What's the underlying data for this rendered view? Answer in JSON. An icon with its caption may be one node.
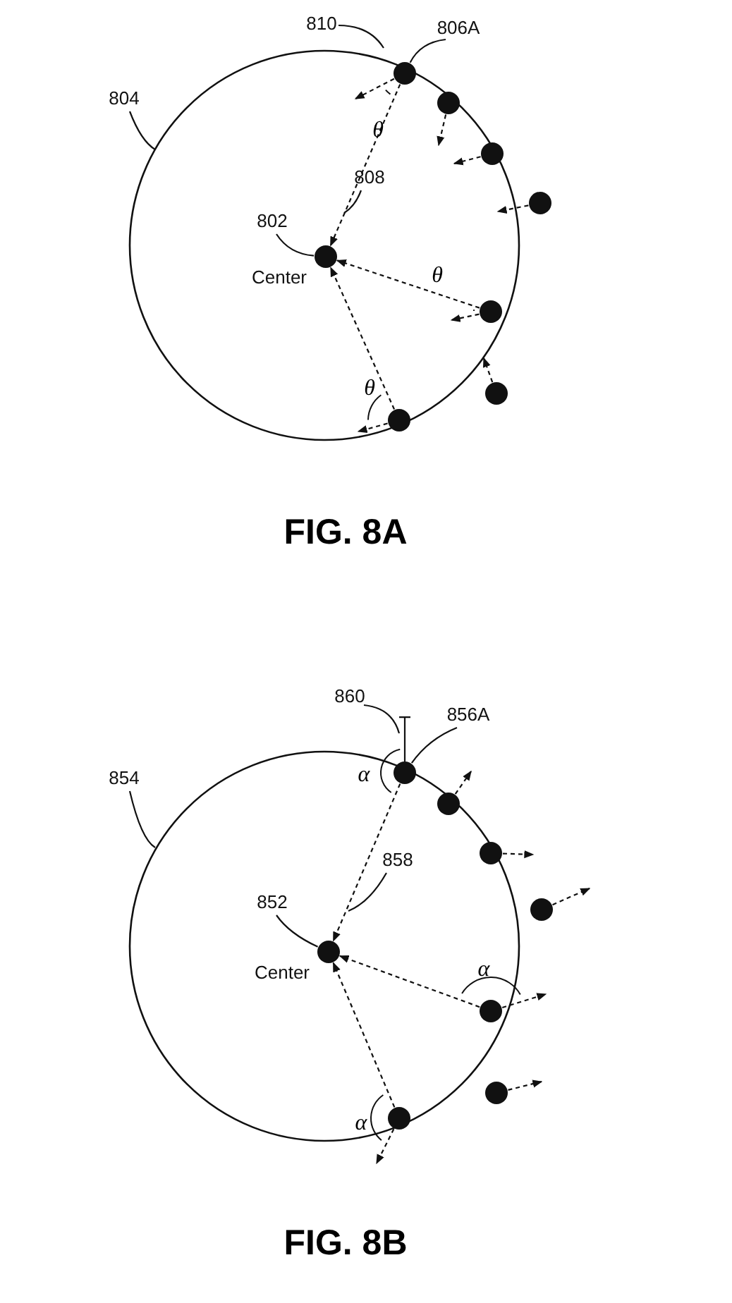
{
  "diagram": {
    "nodes": [
      {
        "text": [
          "804"
        ]
      },
      {
        "text": [
          "802"
        ]
      },
      {
        "text": [
          "Center"
        ]
      },
      {
        "text": [
          "806A"
        ]
      },
      {
        "text": [
          "810"
        ]
      },
      {
        "text": [
          "808"
        ]
      },
      {
        "text": [],
        "shape": "circle"
      },
      {
        "text": [],
        "shape": "circle"
      },
      {
        "text": [],
        "shape": "circle"
      },
      {
        "text": [],
        "shape": "circle"
      },
      {
        "text": [],
        "shape": "circle"
      },
      {
        "text": [],
        "shape": "circle"
      },
      {
        "text": [],
        "shape": "circle"
      },
      {
        "text": [
          "860"
        ]
      },
      {
        "text": [
          "856A"
        ]
      },
      {
        "text": [
          "854"
        ]
      },
      {
        "text": [
          "858"
        ]
      },
      {
        "text": [
          "852"
        ]
      },
      {
        "text": [
          "Center"
        ]
      },
      {
        "text": [],
        "shape": "circle"
      },
      {
        "text": [],
        "shape": "circle"
      },
      {
        "text": [],
        "shape": "circle"
      },
      {
        "text": [],
        "shape": "circle"
      },
      {
        "text": [],
        "shape": "circle"
      },
      {
        "text": [],
        "shape": "circle"
      },
      {
        "text": [],
        "shape": "circle"
      },
      {
        "text": [],
        "shape": "bar"
      }
    ],
    "edges": [
      {
        "from": 0,
        "to": null,
        "arrow": "none"
      },
      {
        "from": 1,
        "to": 2,
        "arrow": "none"
      },
      {
        "from": 3,
        "to": 6,
        "arrow": "none"
      },
      {
        "from": 4,
        "to": null,
        "arrow": "none"
      },
      {
        "from": 5,
        "to": null,
        "arrow": "none"
      },
      {
        "from": 6,
        "to": 2,
        "arrow": "to",
        "style": "dashed"
      },
      {
        "from": 10,
        "to": 2,
        "arrow": "to",
        "style": "dashed"
      },
      {
        "from": 12,
        "to": 2,
        "arrow": "to",
        "style": "dashed"
      },
      {
        "from": 6,
        "to": null,
        "arrow": "to",
        "style": "dashed"
      },
      {
        "from": 7,
        "to": null,
        "arrow": "to",
        "style": "dashed"
      },
      {
        "from": 8,
        "to": null,
        "arrow": "to",
        "style": "dashed"
      },
      {
        "from": 9,
        "to": null,
        "arrow": "to",
        "style": "dashed"
      },
      {
        "from": 10,
        "to": null,
        "arrow": "to",
        "style": "dashed"
      },
      {
        "from": 11,
        "to": null,
        "arrow": "to",
        "style": "dashed"
      },
      {
        "from": 12,
        "to": null,
        "arrow": "to",
        "style": "dashed"
      },
      {
        "from": 15,
        "to": null,
        "arrow": "none"
      },
      {
        "from": 17,
        "to": 18,
        "arrow": "none"
      },
      {
        "from": 14,
        "to": 19,
        "arrow": "none"
      },
      {
        "from": 13,
        "to": 26,
        "arrow": "none"
      },
      {
        "from": 16,
        "to": null,
        "arrow": "none"
      },
      {
        "from": 19,
        "to": 18,
        "arrow": "to",
        "style": "dashed"
      },
      {
        "from": 23,
        "to": 18,
        "arrow": "to",
        "style": "dashed"
      },
      {
        "from": 25,
        "to": 18,
        "arrow": "to",
        "style": "dashed"
      },
      {
        "from": 20,
        "to": null,
        "arrow": "to",
        "style": "dashed"
      },
      {
        "from": 21,
        "to": null,
        "arrow": "to",
        "style": "dashed"
      },
      {
        "from": 22,
        "to": null,
        "arrow": "to",
        "style": "dashed"
      },
      {
        "from": 23,
        "to": null,
        "arrow": "to",
        "style": "dashed"
      },
      {
        "from": 24,
        "to": null,
        "arrow": "to",
        "style": "dashed"
      },
      {
        "from": 25,
        "to": null,
        "arrow": "to",
        "style": "dashed"
      }
    ],
    "labels": [
      "θ",
      "θ",
      "θ",
      "FIG. 8A",
      "α",
      "α",
      "α",
      "FIG. 8B"
    ]
  }
}
